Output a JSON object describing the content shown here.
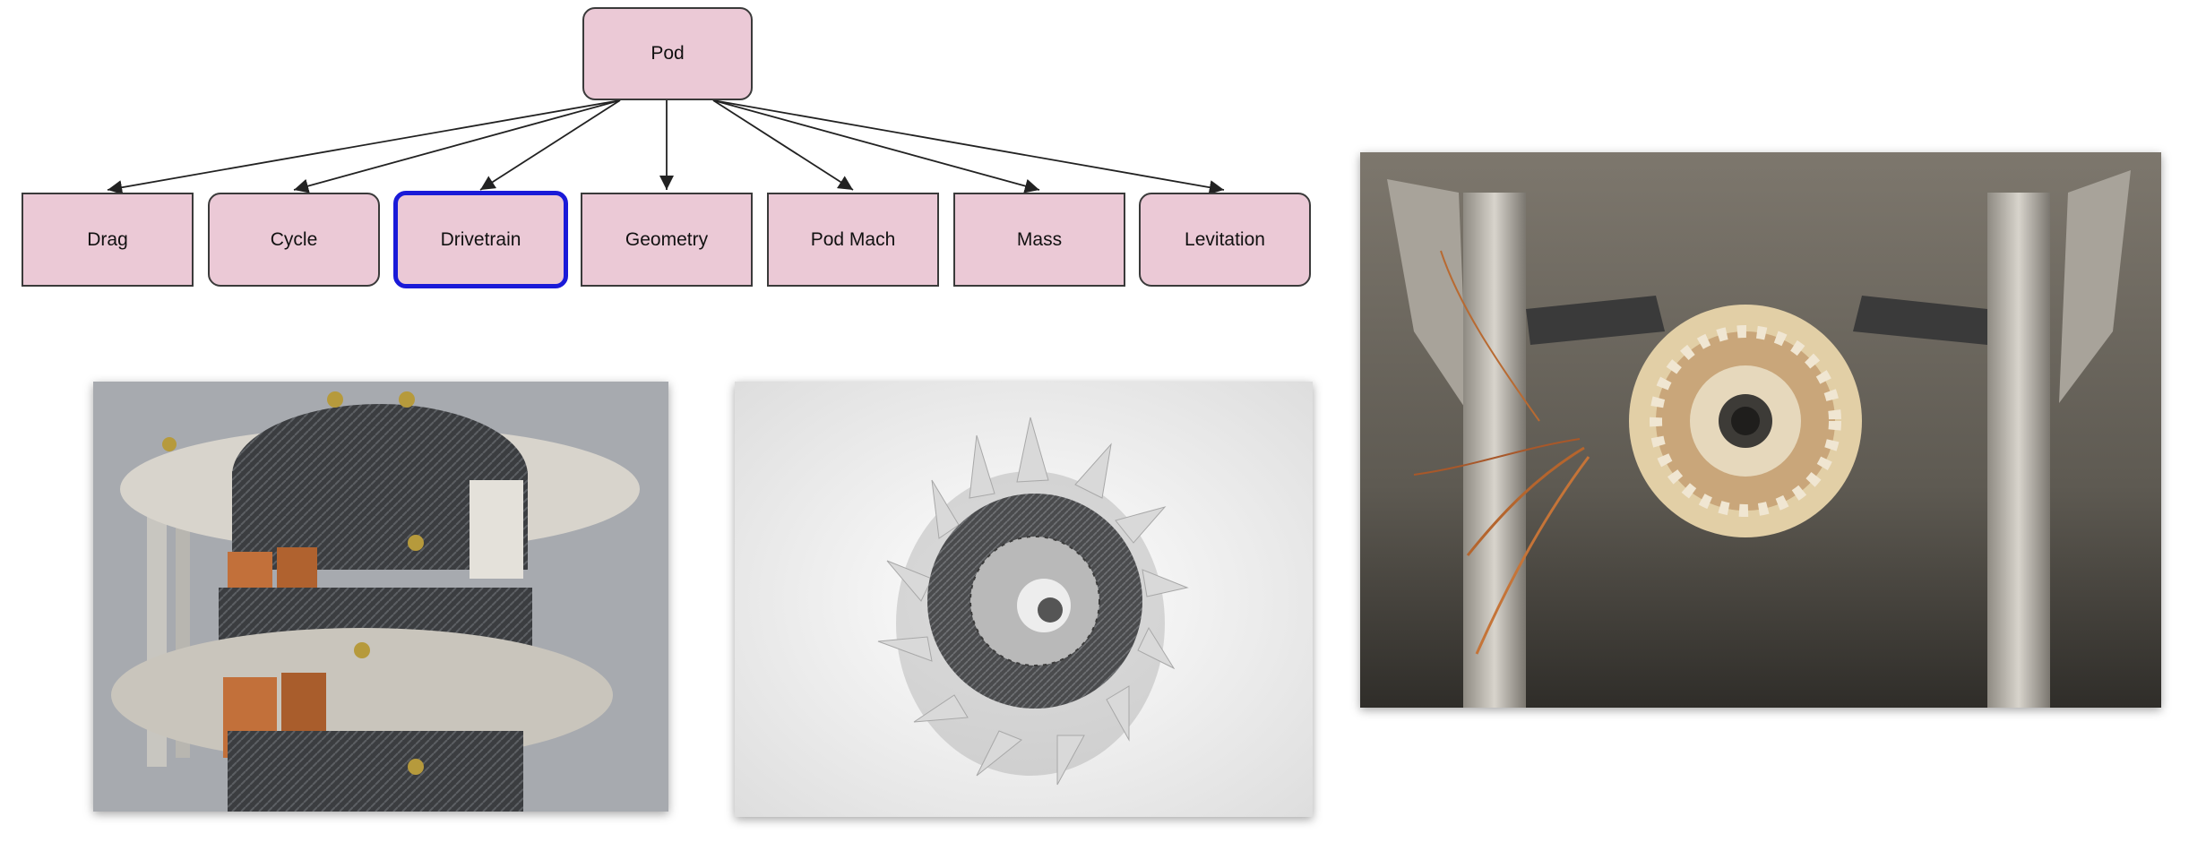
{
  "diagram": {
    "root": {
      "label": "Pod"
    },
    "children": [
      {
        "label": "Drag"
      },
      {
        "label": "Cycle"
      },
      {
        "label": "Drivetrain",
        "selected": true
      },
      {
        "label": "Geometry"
      },
      {
        "label": "Pod Mach"
      },
      {
        "label": "Mass"
      },
      {
        "label": "Levitation"
      }
    ],
    "colors": {
      "node_fill": "#ebc9d6",
      "node_border": "#3a3a3a",
      "selected_border": "#1a1ad8",
      "edge": "#222222"
    }
  },
  "images": {
    "motor_stack": {
      "icon": "motor-stack-render-image"
    },
    "fan_rotor": {
      "icon": "fan-rotor-render-image"
    },
    "stator_rig": {
      "icon": "stator-test-rig-photo"
    }
  }
}
